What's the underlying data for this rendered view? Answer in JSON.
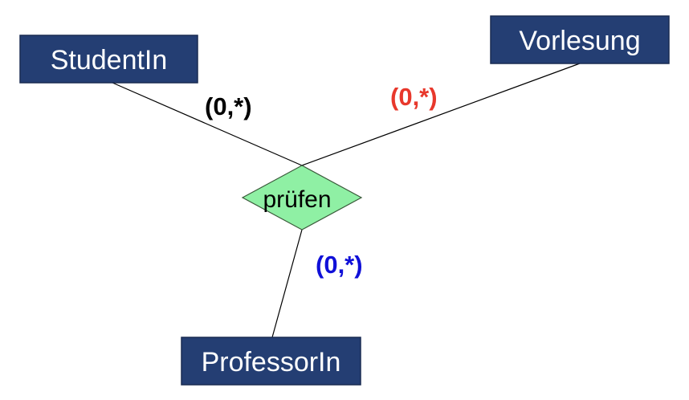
{
  "entities": {
    "student": {
      "label": "StudentIn"
    },
    "lecture": {
      "label": "Vorlesung"
    },
    "professor": {
      "label": "ProfessorIn"
    }
  },
  "relationship": {
    "label": "prüfen"
  },
  "cardinalities": {
    "student": {
      "text": "(0,*)",
      "color": "#000000"
    },
    "lecture": {
      "text": "(0,*)",
      "color": "#e8382c"
    },
    "professor": {
      "text": "(0,*)",
      "color": "#1010d8"
    }
  },
  "colors": {
    "entity_fill": "#243e73",
    "entity_text": "#ffffff",
    "relationship_fill": "#8ff0a4",
    "relationship_text": "#000000"
  }
}
